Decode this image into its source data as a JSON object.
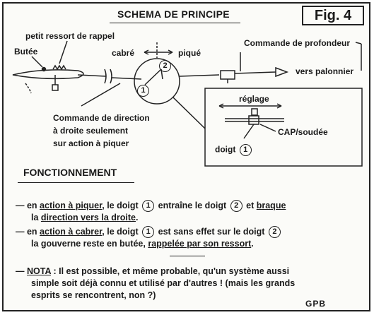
{
  "header": {
    "title": "SCHEMA DE PRINCIPE",
    "figure_label": "Fig. 4"
  },
  "diagram": {
    "spring_label": "petit ressort de rappel",
    "stop_label": "Butée",
    "pitch_up_label": "cabré",
    "pitch_down_label": "piqué",
    "elevator_command_label": "Commande de profondeur",
    "pedal_label": "vers palonnier",
    "finger_1": "1",
    "finger_2": "2",
    "direction_label_line1": "Commande de direction",
    "direction_label_line2": "à droite seulement",
    "direction_label_line3": "sur action à piquer",
    "adjust_label": "réglage",
    "cap_label": "CAP/soudée",
    "finger_label": "doigt"
  },
  "section": {
    "heading": "FONCTIONNEMENT"
  },
  "paragraphs": {
    "p1": {
      "a": "en ",
      "b": "action à piquer",
      "c": ", le doigt",
      "n1": "1",
      "d": "entraîne le doigt",
      "n2": "2",
      "e": "et ",
      "f": "braque",
      "g": "la ",
      "h": "direction vers la droite",
      "i": "."
    },
    "p2": {
      "a": "en ",
      "b": "action à cabrer",
      "c": ", le doigt",
      "n1": "1",
      "d": "est sans effet sur le doigt",
      "n2": "2",
      "e": "la gouverne reste en butée, ",
      "f": "rappelée par son ressort",
      "g": "."
    },
    "note": {
      "label": "NOTA",
      "line1": ": Il est possible, et même probable, qu'un système aussi",
      "line2": "simple soit déjà connu et utilisé par d'autres ! (mais les grands",
      "line3": "esprits se rencontrent, non ?)"
    }
  },
  "signature": "GPB"
}
